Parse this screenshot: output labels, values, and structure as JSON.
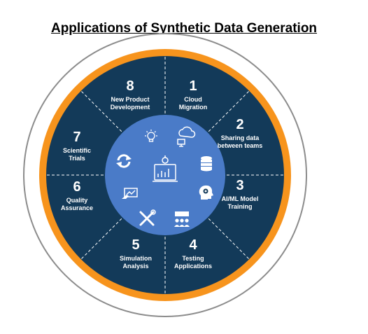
{
  "title": "Applications of Synthetic Data Generation",
  "colors": {
    "outer_ring": "#F7941D",
    "segments": "#133A59",
    "center": "#4A7BC8",
    "white": "#FFFFFF",
    "outer_border": "#8C8C8C"
  },
  "segments": [
    {
      "number": "1",
      "label_lines": [
        "Cloud",
        "Migration"
      ],
      "icon": "cloud-computer-icon"
    },
    {
      "number": "2",
      "label_lines": [
        "Sharing data",
        "between teams"
      ],
      "icon": "database-icon"
    },
    {
      "number": "3",
      "label_lines": [
        "AI/ML Model",
        "Training"
      ],
      "icon": "head-gears-icon"
    },
    {
      "number": "4",
      "label_lines": [
        "Testing",
        "Applications"
      ],
      "icon": "team-presentation-icon"
    },
    {
      "number": "5",
      "label_lines": [
        "Simulation",
        "Analysis"
      ],
      "icon": "tools-icon"
    },
    {
      "number": "6",
      "label_lines": [
        "Quality",
        "Assurance"
      ],
      "icon": "chart-hand-icon"
    },
    {
      "number": "7",
      "label_lines": [
        "Scientific",
        "Trials"
      ],
      "icon": "refresh-icon"
    },
    {
      "number": "8",
      "label_lines": [
        "New Product",
        "Development"
      ],
      "icon": "lightbulb-icon"
    }
  ],
  "center_icon": "analytics-board-icon"
}
